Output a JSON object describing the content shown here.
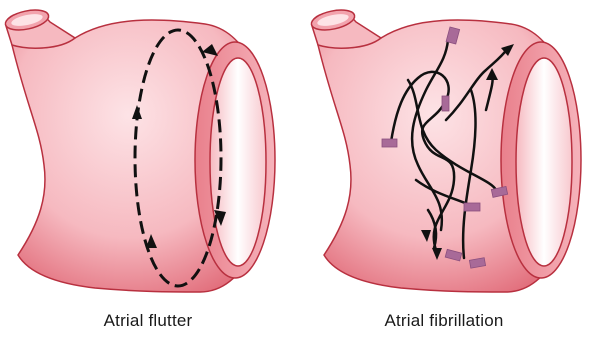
{
  "panels": [
    {
      "caption": "Atrial flutter"
    },
    {
      "caption": "Atrial fibrillation"
    }
  ],
  "colors": {
    "tissue_light": "#fde3e6",
    "tissue_mid": "#f2a3ad",
    "tissue_dark": "#e06876",
    "outline": "#b8303f",
    "pathway": "#111111",
    "focus_marker": "#a86a98"
  },
  "icons": [
    "atrium-illustration",
    "reentry-circuit",
    "ectopic-focus"
  ]
}
